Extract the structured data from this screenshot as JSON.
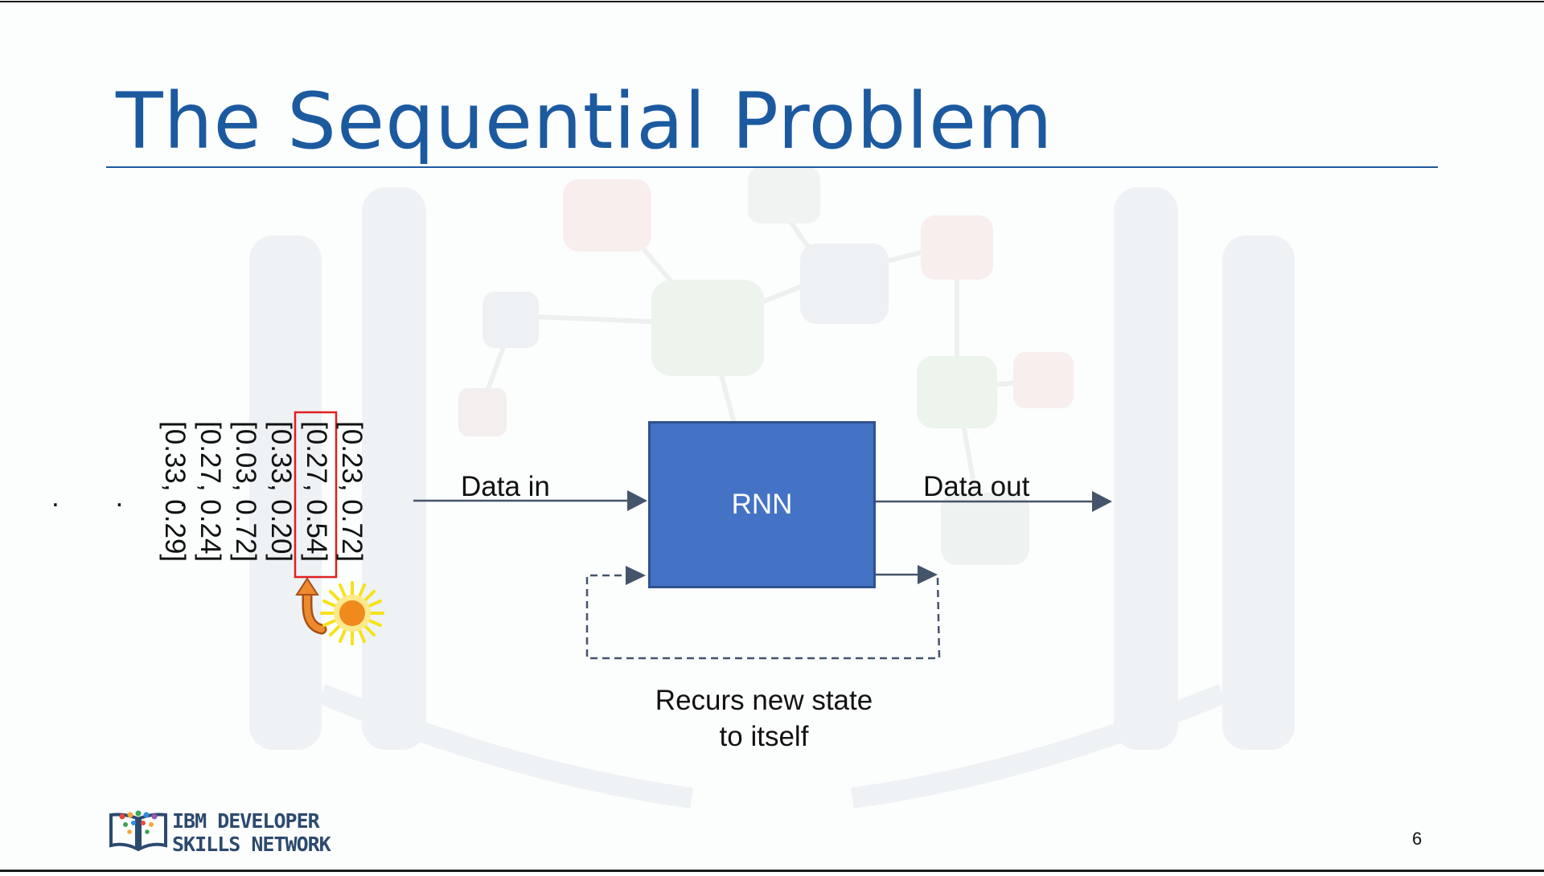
{
  "slide": {
    "title": "The Sequential Problem",
    "page_number": "6"
  },
  "diagram": {
    "ellipsis": ". . .",
    "sequence": [
      "[0.23, 0.72]",
      "[0.27, 0.54]",
      "[0.33, 0.20]",
      "[0.03, 0.72]",
      "[0.27, 0.24]",
      "[0.33, 0.29]"
    ],
    "highlighted_index": 1,
    "rnn_label": "RNN",
    "data_in_label": "Data in",
    "data_out_label": "Data out",
    "loop_caption_line1": "Recurs new state",
    "loop_caption_line2": "to itself"
  },
  "logo": {
    "line1": "IBM DEVELOPER",
    "line2": "SKILLS NETWORK"
  },
  "colors": {
    "title": "#1c5aa0",
    "rnn_fill": "#4472c4",
    "arrow": "#44546a",
    "highlight_box": "#e02020",
    "sun": "#f08a1c"
  }
}
